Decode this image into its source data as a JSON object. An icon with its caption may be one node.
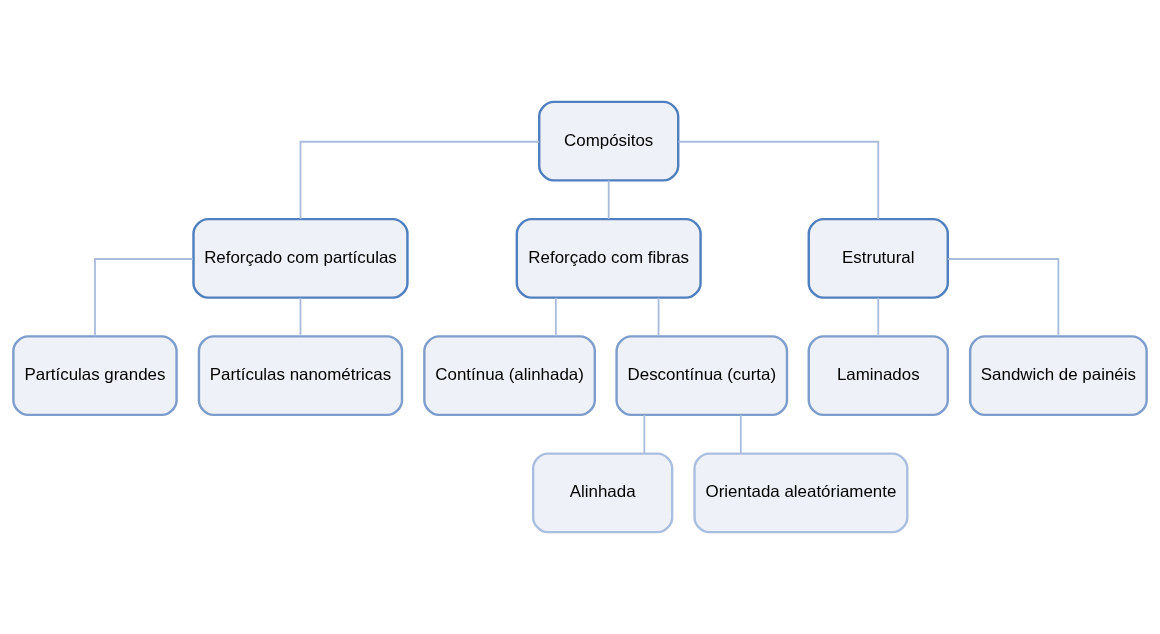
{
  "diagram": {
    "nodes": [
      {
        "text": [
          "Compósitos"
        ]
      },
      {
        "text": [
          "Reforçado com partículas"
        ]
      },
      {
        "text": [
          "Reforçado com fibras"
        ]
      },
      {
        "text": [
          "Estrutural"
        ]
      },
      {
        "text": [
          "Partículas grandes"
        ]
      },
      {
        "text": [
          "Partículas nanométricas"
        ]
      },
      {
        "text": [
          "Contínua (alinhada)"
        ]
      },
      {
        "text": [
          "Descontínua (curta)"
        ]
      },
      {
        "text": [
          "Laminados"
        ]
      },
      {
        "text": [
          "Sandwich de painéis"
        ]
      },
      {
        "text": [
          "Alinhada"
        ]
      },
      {
        "text": [
          "Orientada aleatóriamente"
        ]
      }
    ],
    "edges": [
      {
        "from": 0,
        "to": 1,
        "arrow": "none"
      },
      {
        "from": 0,
        "to": 2,
        "arrow": "none"
      },
      {
        "from": 0,
        "to": 3,
        "arrow": "none"
      },
      {
        "from": 1,
        "to": 4,
        "arrow": "none"
      },
      {
        "from": 1,
        "to": 5,
        "arrow": "none"
      },
      {
        "from": 2,
        "to": 6,
        "arrow": "none"
      },
      {
        "from": 2,
        "to": 7,
        "arrow": "none"
      },
      {
        "from": 3,
        "to": 8,
        "arrow": "none"
      },
      {
        "from": 3,
        "to": 9,
        "arrow": "none"
      },
      {
        "from": 7,
        "to": 10,
        "arrow": "none"
      },
      {
        "from": 7,
        "to": 11,
        "arrow": "none"
      }
    ]
  }
}
